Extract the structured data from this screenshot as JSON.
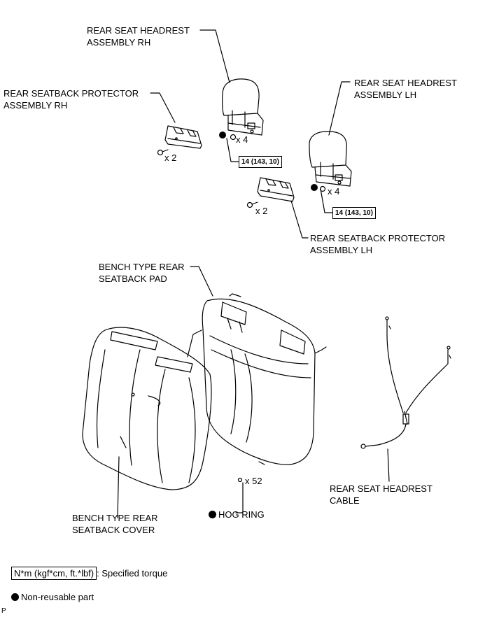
{
  "labels": {
    "headrest_rh": [
      "REAR SEAT HEADREST",
      "ASSEMBLY RH"
    ],
    "headrest_lh": [
      "REAR SEAT HEADREST",
      "ASSEMBLY LH"
    ],
    "protector_rh": [
      "REAR SEATBACK PROTECTOR",
      "ASSEMBLY RH"
    ],
    "protector_lh": [
      "REAR SEATBACK PROTECTOR",
      "ASSEMBLY LH"
    ],
    "seatback_pad": [
      "BENCH TYPE REAR",
      "SEATBACK PAD"
    ],
    "seatback_cover": [
      "BENCH TYPE REAR",
      "SEATBACK COVER"
    ],
    "headrest_cable": [
      "REAR SEAT HEADREST",
      "CABLE"
    ],
    "hog_ring": "HOG RING"
  },
  "counts": {
    "screws_rh": "x 2",
    "nuts_rh": "x 4",
    "screws_lh": "x 2",
    "nuts_lh": "x 4",
    "hog_rings": "x 52"
  },
  "torque": {
    "rh": "14 (143, 10)",
    "lh": "14 (143, 10)"
  },
  "legend": {
    "torque_unit": "N*m (kgf*cm, ft.*lbf)",
    "torque_desc": ": Specified torque",
    "non_reusable": "Non-reusable part"
  },
  "corner_mark": "P"
}
